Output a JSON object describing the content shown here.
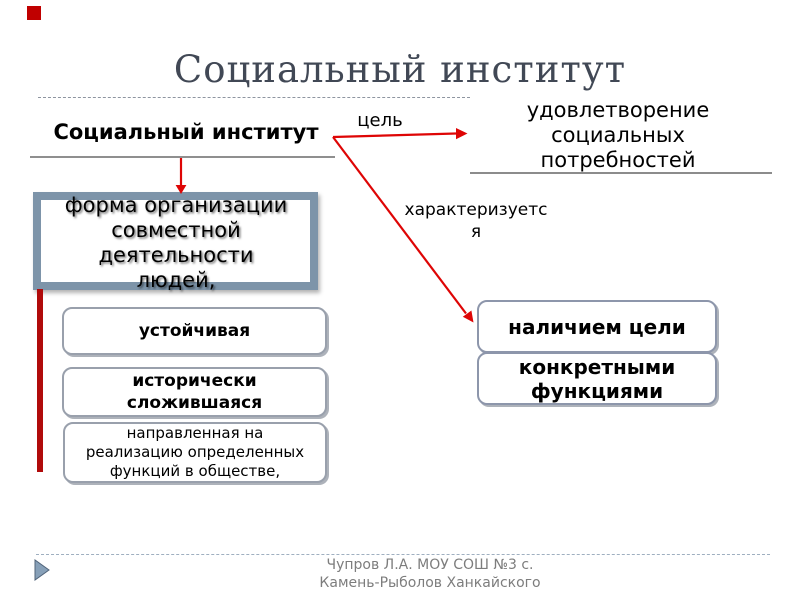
{
  "slide": {
    "title": "Социальный институт",
    "colors": {
      "accent_red": "#c00000",
      "arrow_red": "#de0505",
      "bar_red": "#b00a0a",
      "frame_blue": "#7d94a9",
      "title_gray": "#414855",
      "footer_gray": "#7d7d7d"
    }
  },
  "diagram": {
    "subject_label": "Социальный институт",
    "definition_text": "форма организации\nсовместной\nдеятельности\nлюдей,",
    "goal_arrow_label": "цель",
    "goal_result_text": "удовлетворение\nсоциальных\nпотребностей",
    "characterized_arrow_label": "характеризуетс\nя",
    "properties": [
      "устойчивая",
      "исторически\nсложившаяся",
      "направленная на\nреализацию определенных\nфункций в обществе,"
    ],
    "characteristics": [
      "наличием цели",
      "конкретными\nфункциями"
    ]
  },
  "footer": {
    "credit": "Чупров Л.А. МОУ СОШ №3 с.\nКамень-Рыболов Ханкайского"
  }
}
